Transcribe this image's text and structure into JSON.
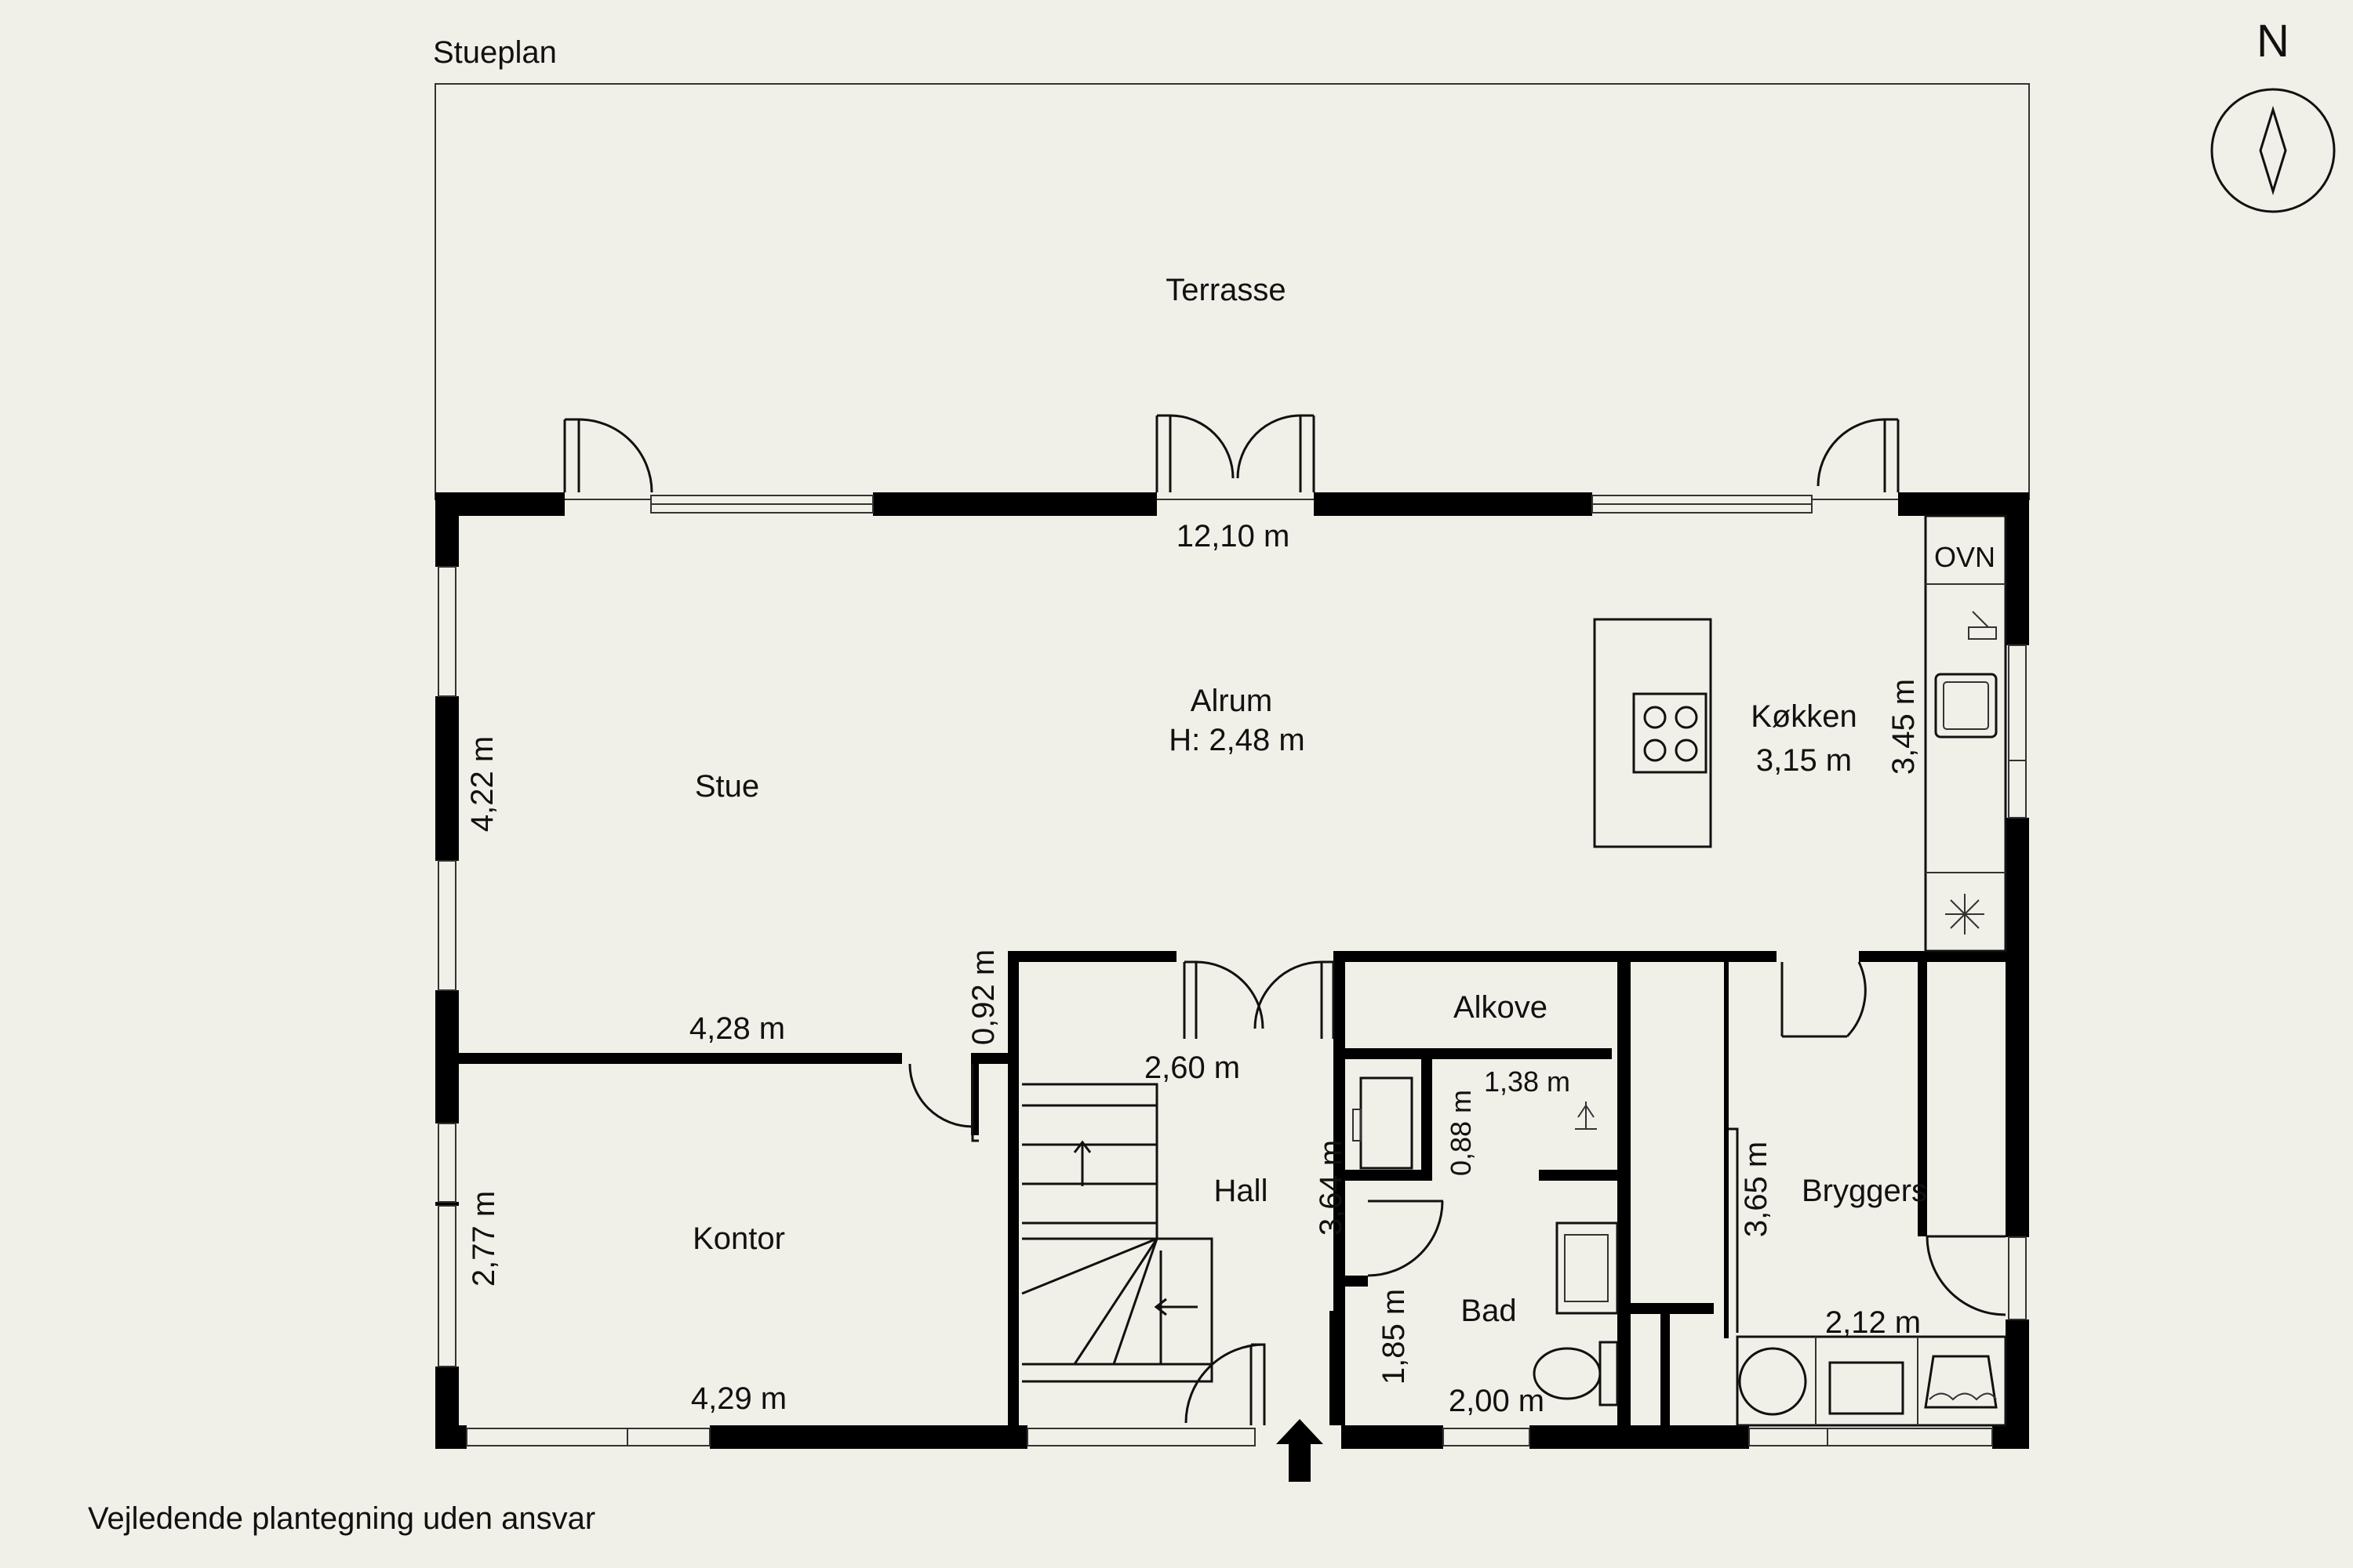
{
  "header": {
    "floor_title": "Stueplan",
    "north_label": "N"
  },
  "footer": {
    "disclaimer": "Vejledende plantegning uden ansvar"
  },
  "rooms": {
    "terrasse": "Terrasse",
    "alrum": "Alrum",
    "alrum_height": "H: 2,48 m",
    "stue": "Stue",
    "kokken": "Køkken",
    "kontor": "Kontor",
    "hall": "Hall",
    "alkove": "Alkove",
    "bad": "Bad",
    "bryggers": "Bryggers"
  },
  "fixtures": {
    "oven": "OVN"
  },
  "dimensions": {
    "alrum_width": "12,10 m",
    "stue_depth": "4,22 m",
    "kokken_width": "3,15 m",
    "kokken_depth": "3,45 m",
    "stue_width": "4,28 m",
    "passage": "0,92 m",
    "kontor_depth": "2,77 m",
    "kontor_width": "4,29 m",
    "hall_width": "2,60 m",
    "hall_depth": "3,64 m",
    "alkove_depth": "0,88 m",
    "alkove_width": "1,38 m",
    "bad_depth": "1,85 m",
    "bad_width": "2,00 m",
    "bryggers_depth": "3,65 m",
    "bryggers_width": "2,12 m"
  }
}
